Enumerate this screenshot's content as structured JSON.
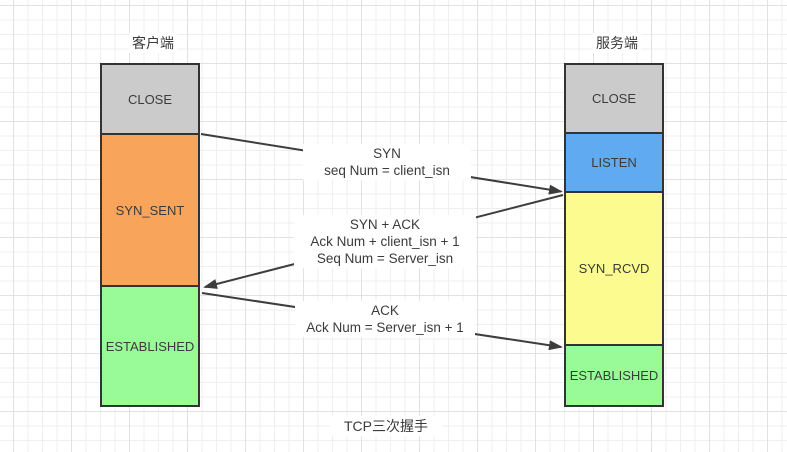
{
  "title": "TCP三次握手",
  "client": {
    "label": "客户端",
    "states": [
      {
        "name": "CLOSE",
        "color": "#cbcbcb"
      },
      {
        "name": "SYN_SENT",
        "color": "#f9a45b"
      },
      {
        "name": "ESTABLISHED",
        "color": "#98fb98"
      }
    ]
  },
  "server": {
    "label": "服务端",
    "states": [
      {
        "name": "CLOSE",
        "color": "#cbcbcb"
      },
      {
        "name": "LISTEN",
        "color": "#60aaf2"
      },
      {
        "name": "SYN_RCVD",
        "color": "#fbfb90"
      },
      {
        "name": "ESTABLISHED",
        "color": "#98fb98"
      }
    ]
  },
  "messages": [
    {
      "id": "syn",
      "from": "client",
      "to": "server",
      "lines": [
        "SYN",
        "seq Num = client_isn"
      ]
    },
    {
      "id": "syn-ack",
      "from": "server",
      "to": "client",
      "lines": [
        "SYN + ACK",
        "Ack Num + client_isn + 1",
        "Seq Num = Server_isn"
      ]
    },
    {
      "id": "ack",
      "from": "client",
      "to": "server",
      "lines": [
        "ACK",
        "Ack Num = Server_isn + 1"
      ]
    }
  ],
  "colors": {
    "border": "#333333",
    "arrow": "#3d3d3d",
    "text": "#3b3b3b"
  }
}
